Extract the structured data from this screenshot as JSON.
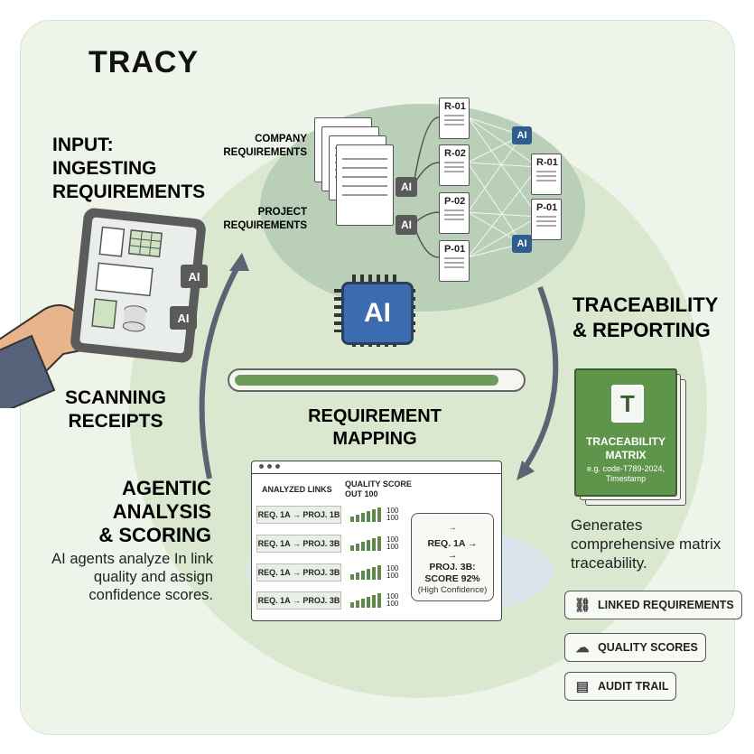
{
  "title": "TRACY",
  "input": {
    "label_line1": "INPUT:",
    "label_line2": "INGESTING",
    "label_line3": "REQUIREMENTS"
  },
  "scanning": {
    "line1": "SCANNING",
    "line2": "RECEIPTS"
  },
  "agentic": {
    "line1": "AGENTIC",
    "line2": "ANALYSIS",
    "line3": "& SCORING",
    "desc": "AI agents analyze In link quality and assign confidence scores."
  },
  "sources": {
    "company": "COMPANY REQUIREMENTS",
    "project": "PROJECT REQUIREMENTS"
  },
  "chips": {
    "ai": "AI"
  },
  "req_docs_left": [
    "R-01",
    "R-02",
    "P-02",
    "P-01"
  ],
  "req_docs_right": [
    "R-01",
    "P-01"
  ],
  "mapping": {
    "line1": "REQUIREMENT",
    "line2": "MAPPING",
    "progress": 0.93
  },
  "window": {
    "col1": "ANALYZED LINKS",
    "col2": "QUALITY SCORE OUT 100",
    "rows": [
      {
        "link": "REQ. 1A → PROJ. 1B",
        "v1": "100",
        "v2": "100"
      },
      {
        "link": "REQ. 1A → PROJ. 3B",
        "v1": "100",
        "v2": "100"
      },
      {
        "link": "REQ. 1A → PROJ. 3B",
        "v1": "100",
        "v2": "100"
      },
      {
        "link": "REQ. 1A → PROJ. 3B",
        "v1": "100",
        "v2": "100"
      }
    ]
  },
  "callout": {
    "line1": "REQ. 1A →",
    "line2": "→",
    "line3": "PROJ. 3B:",
    "line4": "SCORE 92%",
    "line5": "(High Confidence)"
  },
  "trace": {
    "line1": "TRACEABILITY",
    "line2": "& REPORTING",
    "matrix_letter": "T",
    "matrix_title_1": "TRACEABILITY",
    "matrix_title_2": "MATRIX",
    "matrix_sub_1": "e.g. code-T789-2024,",
    "matrix_sub_2": "Timestamp",
    "desc": "Generates comprehensive matrix traceability."
  },
  "outputs": [
    {
      "label": "LINKED REQUIREMENTS",
      "icon": "link-icon"
    },
    {
      "label": "QUALITY SCORES",
      "icon": "cloud-upload-icon"
    },
    {
      "label": "AUDIT TRAIL",
      "icon": "document-icon"
    }
  ],
  "colors": {
    "green": "#5f944b",
    "blue": "#3c6bb0",
    "background": "#eef4ea"
  }
}
